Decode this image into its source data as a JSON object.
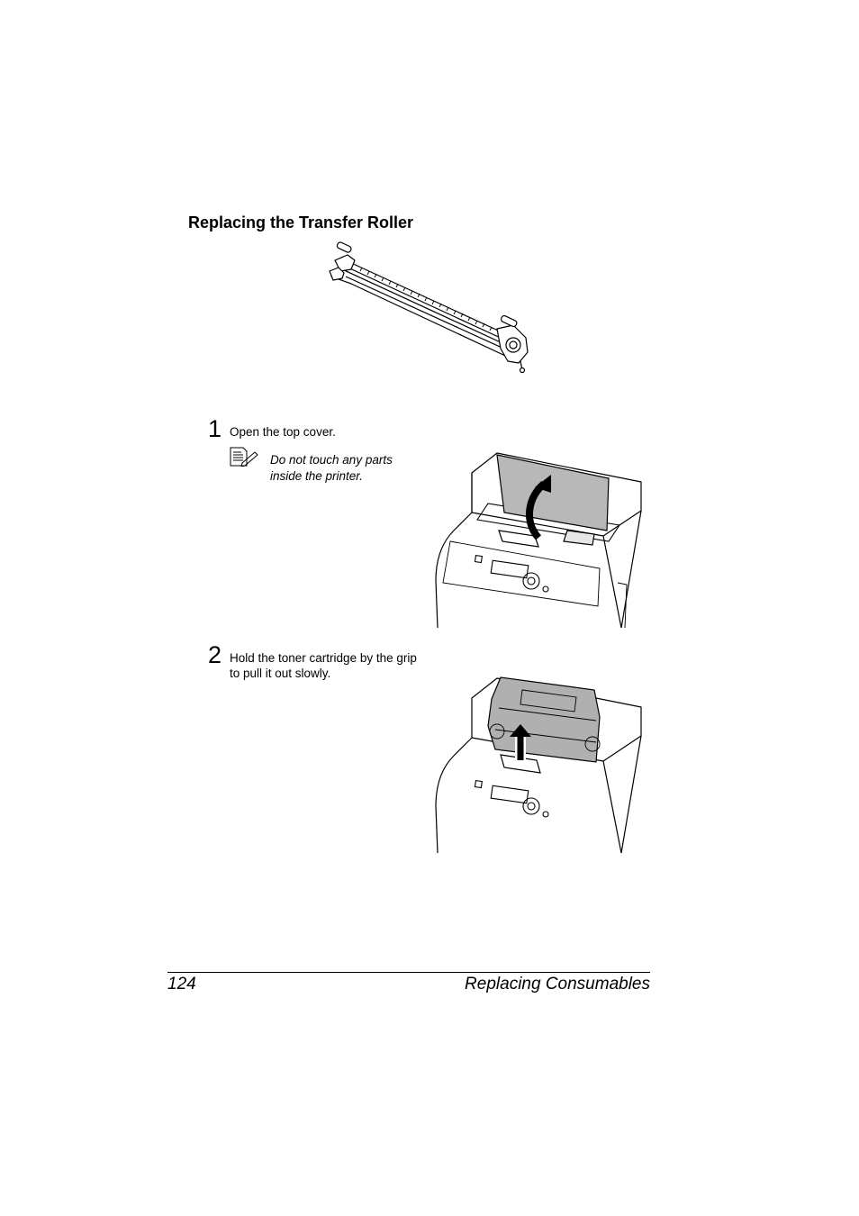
{
  "section": {
    "heading": "Replacing the Transfer Roller"
  },
  "steps": [
    {
      "number": "1",
      "text": "Open the top cover."
    },
    {
      "number": "2",
      "text": "Hold the toner cartridge by the grip to pull it out slowly."
    }
  ],
  "note": {
    "icon": "note-pencil-icon",
    "text": "Do not touch any parts inside the printer."
  },
  "footer": {
    "page_number": "124",
    "chapter_title": "Replacing Consumables"
  }
}
